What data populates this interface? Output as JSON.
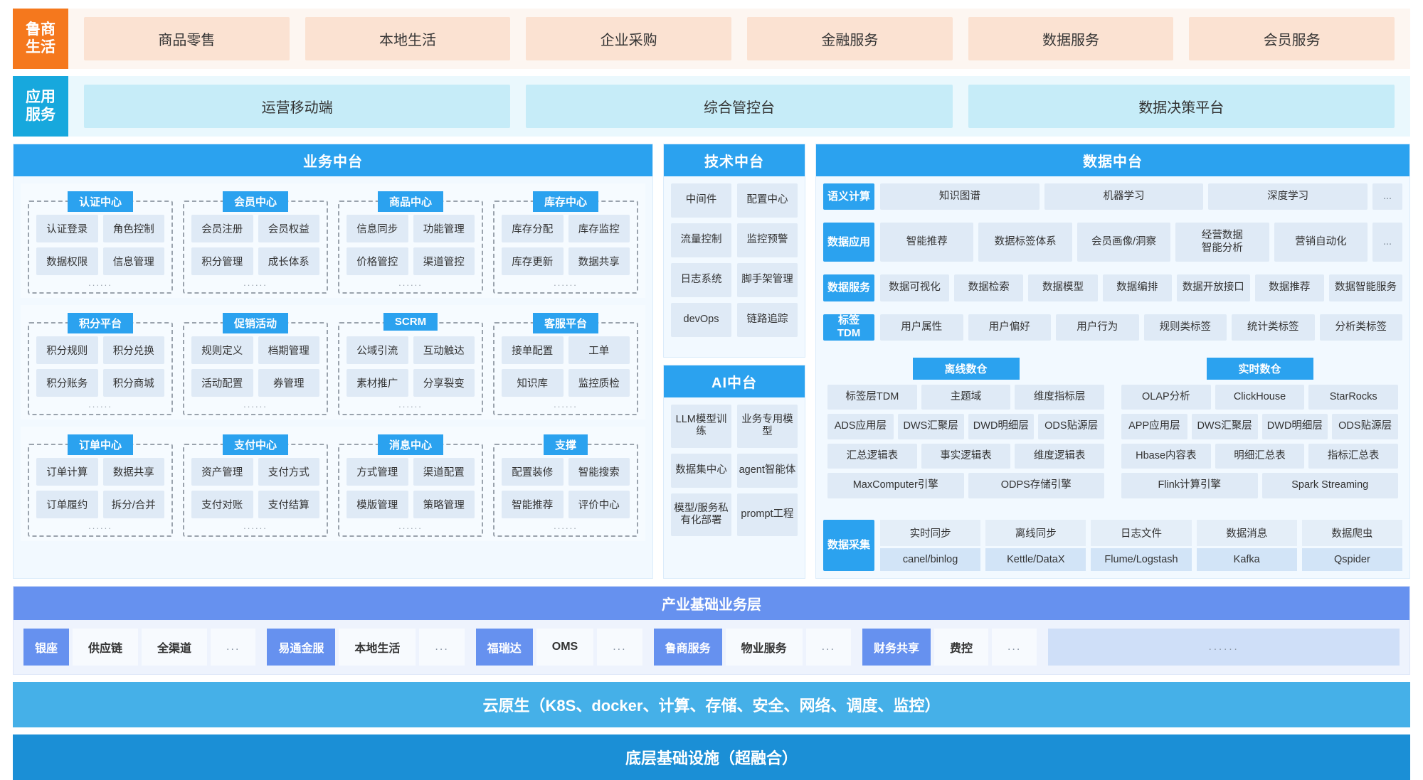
{
  "lushang": {
    "tag": "鲁商\n生活",
    "items": [
      "商品零售",
      "本地生活",
      "企业采购",
      "金融服务",
      "数据服务",
      "会员服务"
    ]
  },
  "app_service": {
    "tag": "应用\n服务",
    "items": [
      "运营移动端",
      "综合管控台",
      "数据决策平台"
    ]
  },
  "business": {
    "title": "业务中台",
    "dots": "......",
    "rows": [
      [
        {
          "title": "认证中心",
          "chips": [
            "认证登录",
            "角色控制",
            "数据权限",
            "信息管理"
          ]
        },
        {
          "title": "会员中心",
          "chips": [
            "会员注册",
            "会员权益",
            "积分管理",
            "成长体系"
          ]
        },
        {
          "title": "商品中心",
          "chips": [
            "信息同步",
            "功能管理",
            "价格管控",
            "渠道管控"
          ]
        },
        {
          "title": "库存中心",
          "chips": [
            "库存分配",
            "库存监控",
            "库存更新",
            "数据共享"
          ]
        }
      ],
      [
        {
          "title": "积分平台",
          "chips": [
            "积分规则",
            "积分兑换",
            "积分账务",
            "积分商城"
          ]
        },
        {
          "title": "促销活动",
          "chips": [
            "规则定义",
            "档期管理",
            "活动配置",
            "券管理"
          ]
        },
        {
          "title": "SCRM",
          "chips": [
            "公域引流",
            "互动触达",
            "素材推广",
            "分享裂变"
          ]
        },
        {
          "title": "客服平台",
          "chips": [
            "接单配置",
            "工单",
            "知识库",
            "监控质检"
          ]
        }
      ],
      [
        {
          "title": "订单中心",
          "chips": [
            "订单计算",
            "数据共享",
            "订单履约",
            "拆分/合并"
          ]
        },
        {
          "title": "支付中心",
          "chips": [
            "资产管理",
            "支付方式",
            "支付对账",
            "支付结算"
          ]
        },
        {
          "title": "消息中心",
          "chips": [
            "方式管理",
            "渠道配置",
            "模版管理",
            "策略管理"
          ]
        },
        {
          "title": "支撑",
          "chips": [
            "配置装修",
            "智能搜索",
            "智能推荐",
            "评价中心"
          ]
        }
      ]
    ]
  },
  "tech": {
    "title": "技术中台",
    "chips": [
      "中间件",
      "配置中心",
      "流量控制",
      "监控预警",
      "日志系统",
      "脚手架管理",
      "devOps",
      "链路追踪"
    ]
  },
  "ai": {
    "title": "AI中台",
    "chips": [
      "LLM模型训练",
      "业务专用模型",
      "数据集中心",
      "agent智能体",
      "模型/服务私有化部署",
      "prompt工程"
    ]
  },
  "data": {
    "title": "数据中台",
    "rows": [
      {
        "tag": "语义计算",
        "chips": [
          "知识图谱",
          "机器学习",
          "深度学习"
        ],
        "ellipsis": "..."
      },
      {
        "tag": "数据应用",
        "chips": [
          "智能推荐",
          "数据标签体系",
          "会员画像/洞察",
          "经营数据智能分析",
          "营销自动化"
        ],
        "ellipsis": "..."
      },
      {
        "tag": "数据服务",
        "chips": [
          "数据可视化",
          "数据检索",
          "数据模型",
          "数据编排",
          "数据开放接口",
          "数据推荐",
          "数据智能服务"
        ],
        "ellipsis": ""
      },
      {
        "tag": "标签\nTDM",
        "chips": [
          "用户属性",
          "用户偏好",
          "用户行为",
          "规则类标签",
          "统计类标签",
          "分析类标签"
        ],
        "ellipsis": ""
      }
    ],
    "warehouses": [
      {
        "title": "离线数仓",
        "lines": [
          [
            "标签层TDM",
            "主题域",
            "维度指标层"
          ],
          [
            "ADS应用层",
            "DWS汇聚层",
            "DWD明细层",
            "ODS贴源层"
          ],
          [
            "汇总逻辑表",
            "事实逻辑表",
            "维度逻辑表"
          ],
          [
            "MaxComputer引擎",
            "ODPS存储引擎"
          ]
        ]
      },
      {
        "title": "实时数仓",
        "lines": [
          [
            "OLAP分析",
            "ClickHouse",
            "StarRocks"
          ],
          [
            "APP应用层",
            "DWS汇聚层",
            "DWD明细层",
            "ODS贴源层"
          ],
          [
            "Hbase内容表",
            "明细汇总表",
            "指标汇总表"
          ],
          [
            "Flink计算引擎",
            "Spark Streaming"
          ]
        ]
      }
    ],
    "collection": {
      "tag": "数据采集",
      "items": [
        {
          "top": "实时同步",
          "bottom": "canel/binlog"
        },
        {
          "top": "离线同步",
          "bottom": "Kettle/DataX"
        },
        {
          "top": "日志文件",
          "bottom": "Flume/Logstash"
        },
        {
          "top": "数据消息",
          "bottom": "Kafka"
        },
        {
          "top": "数据爬虫",
          "bottom": "Qspider"
        }
      ]
    }
  },
  "industry": {
    "title": "产业基础业务层",
    "groups": [
      {
        "head": "银座",
        "cells": [
          "供应链",
          "全渠道",
          "..."
        ]
      },
      {
        "head": "易通金服",
        "cells": [
          "本地生活",
          "..."
        ]
      },
      {
        "head": "福瑞达",
        "cells": [
          "OMS",
          "..."
        ]
      },
      {
        "head": "鲁商服务",
        "cells": [
          "物业服务",
          "..."
        ]
      },
      {
        "head": "财务共享",
        "cells": [
          "费控",
          "..."
        ]
      }
    ],
    "tail": "......"
  },
  "cloud_native": "云原生（K8S、docker、计算、存储、安全、网络、调度、监控）",
  "infrastructure": "底层基础设施（超融合）"
}
